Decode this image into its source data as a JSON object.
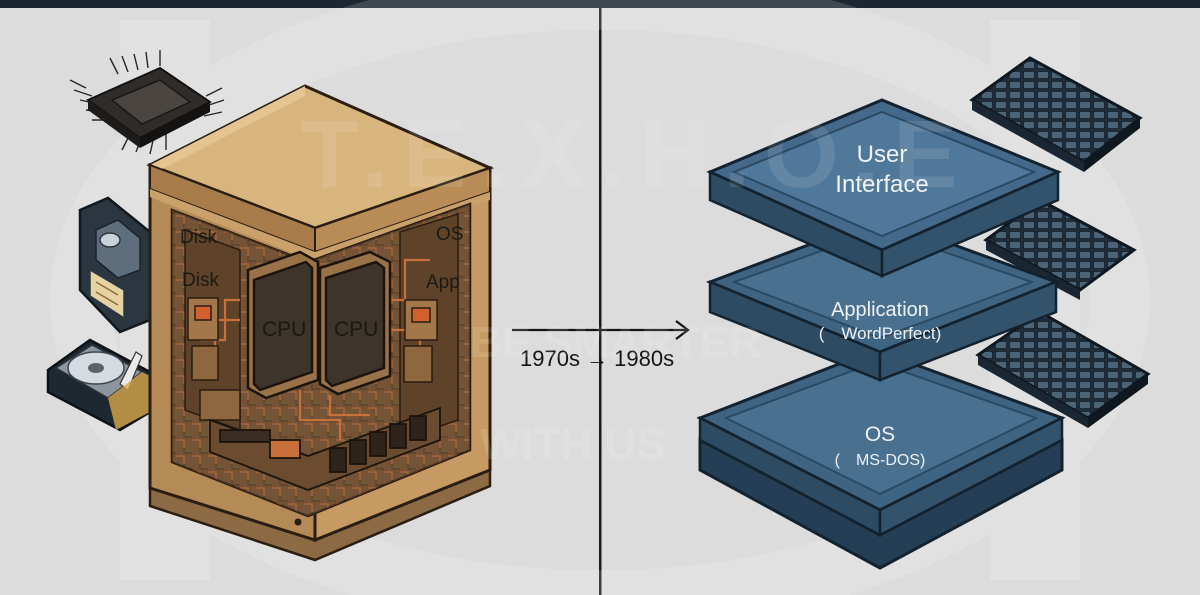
{
  "left_panel": {
    "labels": {
      "disk_1": "Disk",
      "disk_2": "Disk",
      "os": "OS",
      "app": "App",
      "cpu_1": "CPU",
      "cpu_2": "CPU"
    }
  },
  "transition": {
    "label": "1970s → 1980s"
  },
  "right_panel": {
    "layers": {
      "ui_line1": "User",
      "ui_line2": "Interface",
      "app_title": "Application",
      "app_detail": "( WordPerfect)",
      "os_title": "OS",
      "os_detail": "( MS-DOS)"
    }
  },
  "watermark": {
    "line1": "T.E.X.H.O.E",
    "line2": "BE SMARTER",
    "line3": "WITH US"
  },
  "colors": {
    "background": "#dcdcdc",
    "top_bar": "#1c2530",
    "cabinet_top": "#d9b57e",
    "cabinet_side": "#b48a57",
    "cabinet_inner": "#7c5a3a",
    "copper": "#c8703a",
    "layer_blue": "#3f6482",
    "layer_dark": "#2d4b63",
    "layer_edge": "#1d3344"
  }
}
